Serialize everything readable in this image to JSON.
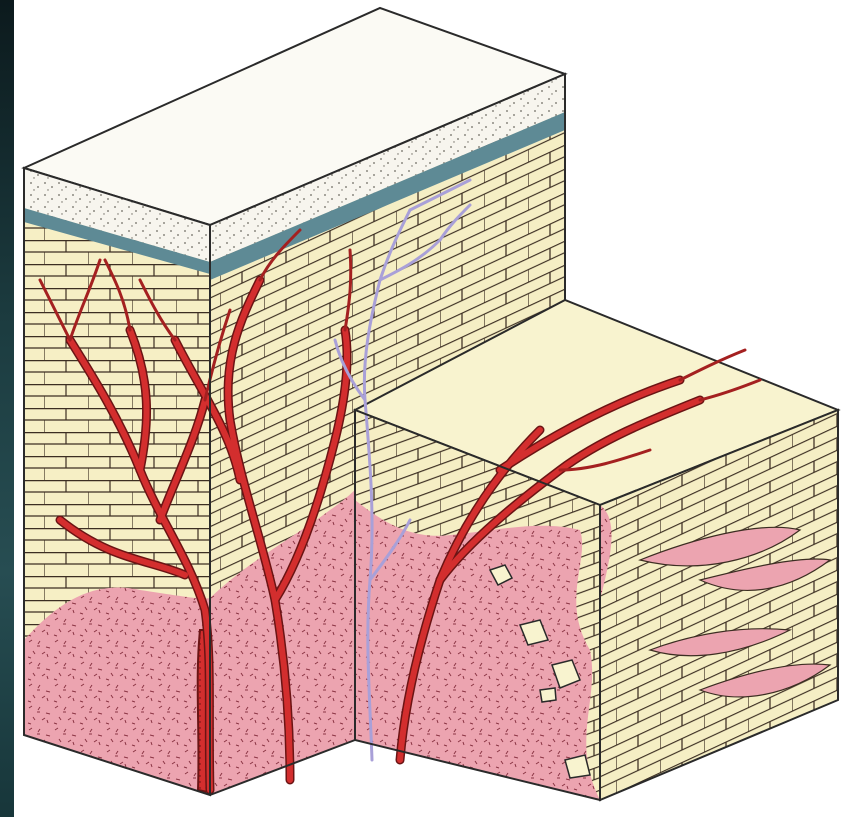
{
  "figure": {
    "layers": [
      "sand-cover",
      "clay-seam",
      "limestone-upper-block",
      "limestone-lower-block"
    ],
    "colors": {
      "background": "#ffffff",
      "sand": "#f7f5ee",
      "sand_dots": "#6d6a61",
      "clay_band": "#5e8a95",
      "limestone_top": "#f8f3cf",
      "limestone_left": "#f6efc5",
      "limestone_right": "#f5eec4",
      "brick_lines": "#3c2e22",
      "intrusion_pink": "#eca4b0",
      "intrusion_flecks": "#8a3443",
      "dyke_red": "#d32e2e",
      "dyke_outline": "#6b1414",
      "vein_violet": "#a9a0d8"
    },
    "icons": [
      "branching-dyke",
      "violet-vein-network",
      "xenolith-fragments"
    ]
  }
}
